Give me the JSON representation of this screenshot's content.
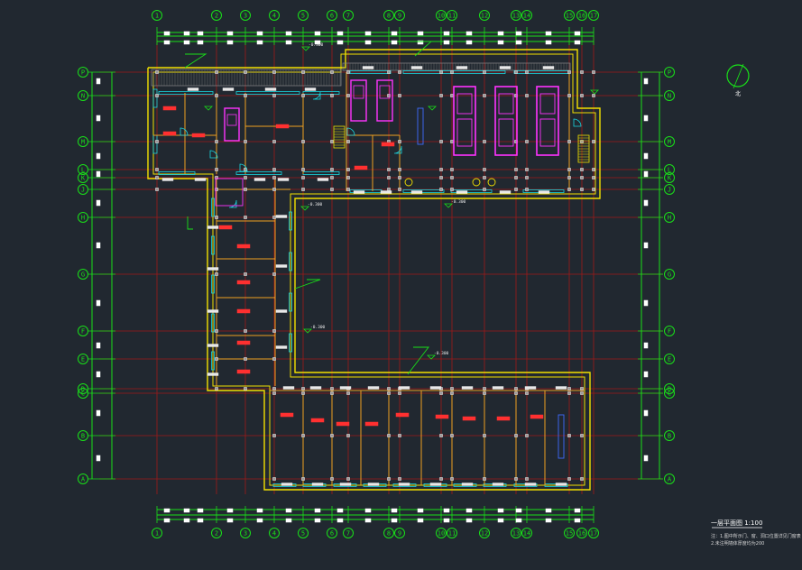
{
  "drawing": {
    "background": "#212830",
    "colors": {
      "grid_axis": "#a01818",
      "bubble": "#19e019",
      "wall": "#f2e000",
      "partition": "#f0a020",
      "window": "#19d6e0",
      "door": "#ff33ff",
      "room_label": "#ff3030",
      "annotation": "#19e019",
      "dimension": "#ffffff"
    },
    "axes_top": [
      "1",
      "2",
      "3",
      "4",
      "5",
      "6",
      "7",
      "8",
      "9",
      "10",
      "11",
      "12",
      "13",
      "14",
      "15",
      "16",
      "17"
    ],
    "axes_side": [
      "P",
      "N",
      "M",
      "L",
      "K",
      "J",
      "H",
      "G",
      "F",
      "E",
      "D",
      "C",
      "B",
      "A"
    ],
    "north_label": "北",
    "level_marks": [
      "-0.300",
      "-0.300",
      "-0.300",
      "-0.300",
      "-0.300"
    ],
    "title": "一层平面图 1:100",
    "notes": [
      "注：1.图中所示门、窗、洞口位置详见门窗表",
      "2.未注明墙体厚度均为200"
    ],
    "icons": [
      "north-arrow-icon"
    ]
  }
}
